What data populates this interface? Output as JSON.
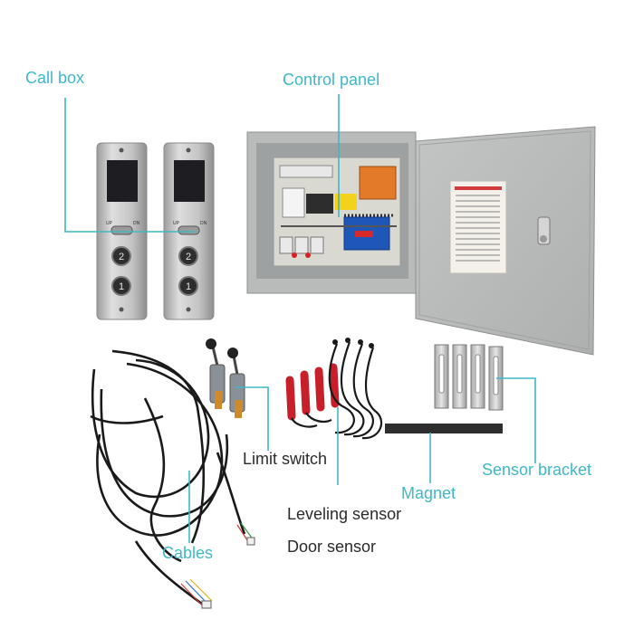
{
  "labels": {
    "call_box": "Call box",
    "control_panel": "Control panel",
    "limit_switch": "Limit switch",
    "leveling_sensor": "Leveling sensor",
    "door_sensor": "Door sensor",
    "magnet": "Magnet",
    "sensor_bracket": "Sensor bracket",
    "cables": "Cables"
  },
  "callbox": {
    "left": {
      "up_text": "UP",
      "down_text": "DN",
      "btn_top": "2",
      "btn_bottom": "1"
    },
    "right": {
      "up_text": "UP",
      "down_text": "DN",
      "btn_top": "2",
      "btn_bottom": "1"
    }
  },
  "colors": {
    "teal": "#3fb8c8",
    "steel": "#c9c9c9",
    "panel_grey": "#c6c8c8",
    "cable": "#1a1a1a",
    "sensor_red": "#c8202a"
  }
}
